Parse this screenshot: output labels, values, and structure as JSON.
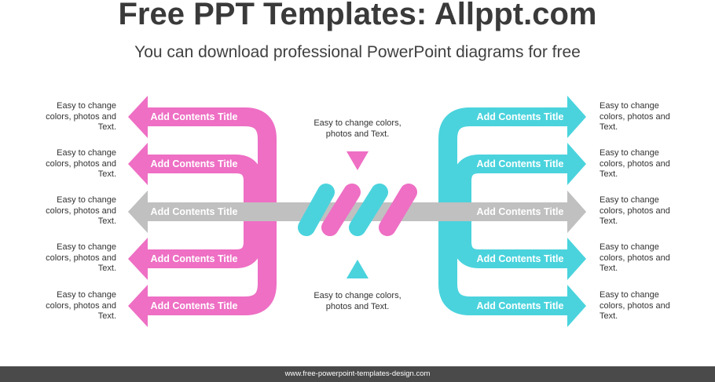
{
  "header": {
    "title": "Free PPT Templates: Allppt.com",
    "subtitle": "You can download professional PowerPoint diagrams for free"
  },
  "colors": {
    "pink": "#ee6fc4",
    "cyan": "#4ad3dd",
    "gray": "#c0c0c0"
  },
  "left_items": [
    {
      "label": "Add Contents Title",
      "text": "Easy to change colors, photos and Text."
    },
    {
      "label": "Add Contents Title",
      "text": "Easy to change colors, photos and Text."
    },
    {
      "label": "Add Contents Title",
      "text": "Easy to change colors, photos and Text."
    },
    {
      "label": "Add Contents Title",
      "text": "Easy to change colors, photos and Text."
    },
    {
      "label": "Add Contents Title",
      "text": "Easy to change colors, photos and Text."
    }
  ],
  "right_items": [
    {
      "label": "Add Contents Title",
      "text": "Easy to change colors, photos and Text."
    },
    {
      "label": "Add Contents Title",
      "text": "Easy to change colors, photos and Text."
    },
    {
      "label": "Add Contents Title",
      "text": "Easy to change colors, photos and Text."
    },
    {
      "label": "Add Contents Title",
      "text": "Easy to change colors, photos and Text."
    },
    {
      "label": "Add Contents Title",
      "text": "Easy to change colors, photos and Text."
    }
  ],
  "center": {
    "top_text": "Easy to change colors, photos and Text.",
    "bottom_text": "Easy to change colors, photos and Text."
  },
  "footer": {
    "url": "www.free-powerpoint-templates-design.com"
  }
}
